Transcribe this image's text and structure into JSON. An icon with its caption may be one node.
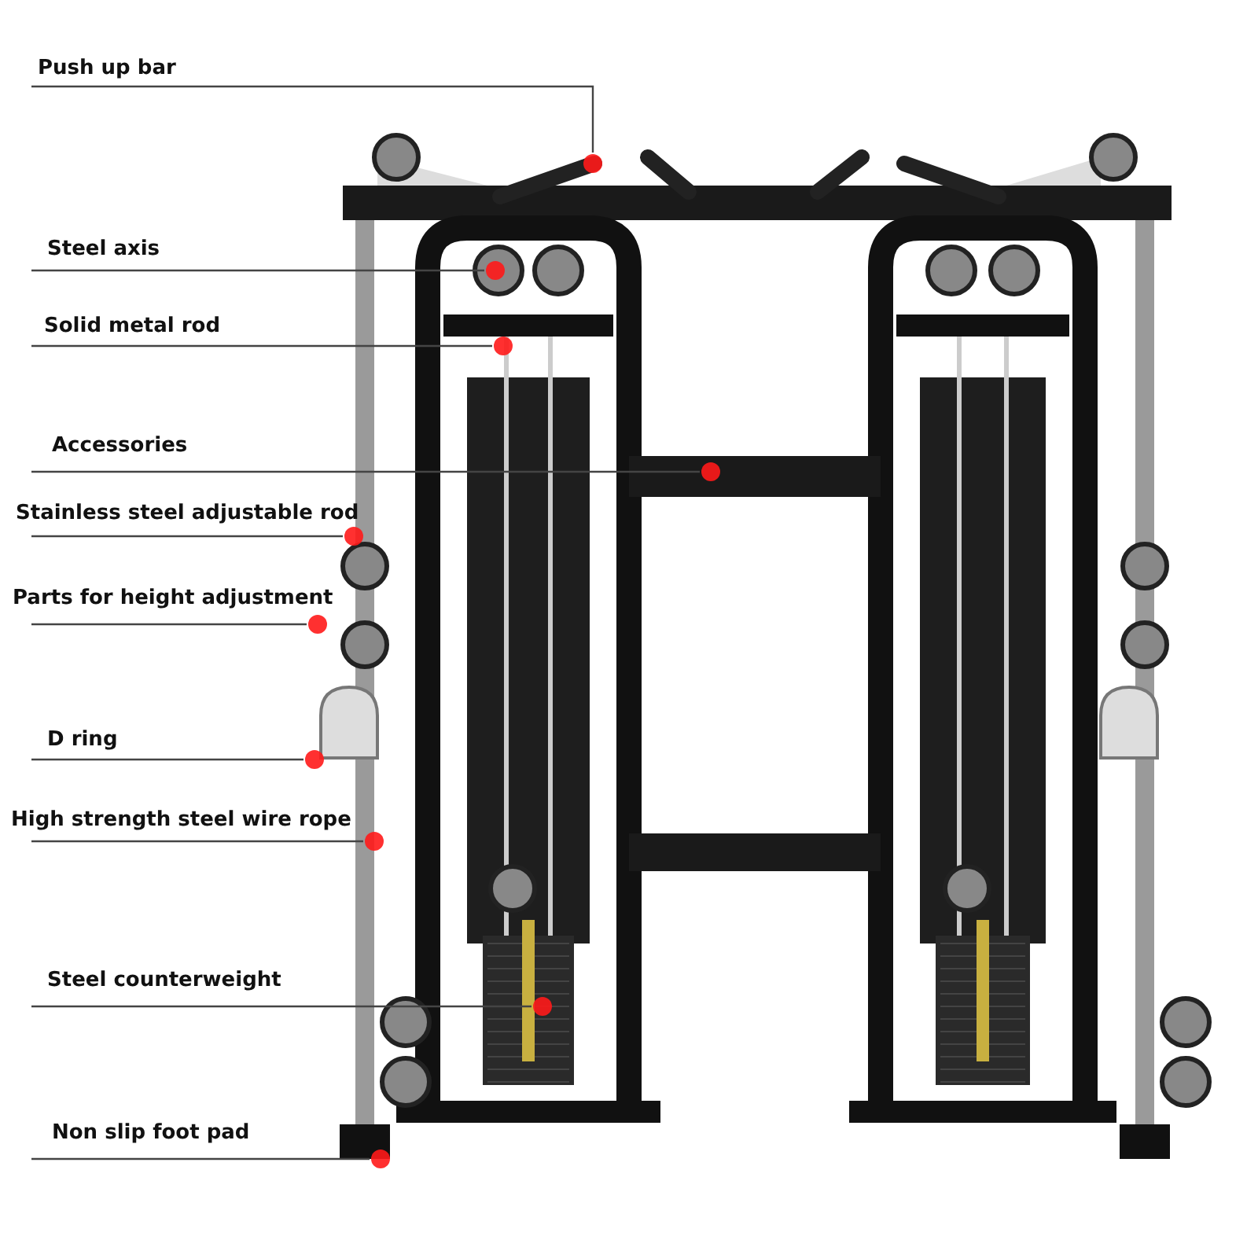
{
  "diagram": {
    "nodes": [
      {
        "text": [
          "Push up bar"
        ]
      },
      {
        "text": [
          "Steel axis"
        ]
      },
      {
        "text": [
          "Solid metal rod"
        ]
      },
      {
        "text": [
          "Accessories"
        ]
      },
      {
        "text": [
          "Stainless steel adjustable rod"
        ]
      },
      {
        "text": [
          "Parts for height adjustment"
        ]
      },
      {
        "text": [
          "D ring"
        ]
      },
      {
        "text": [
          "High strength steel wire rope"
        ]
      },
      {
        "text": [
          "Steel counterweight"
        ]
      },
      {
        "text": [
          "Non slip foot pad"
        ]
      }
    ],
    "edges": [
      {
        "from": 0,
        "to": null,
        "arrow": "none"
      },
      {
        "from": 1,
        "to": null,
        "arrow": "none"
      },
      {
        "from": 2,
        "to": null,
        "arrow": "none"
      },
      {
        "from": 3,
        "to": null,
        "arrow": "none"
      },
      {
        "from": 4,
        "to": null,
        "arrow": "none"
      },
      {
        "from": 5,
        "to": null,
        "arrow": "none"
      },
      {
        "from": 6,
        "to": null,
        "arrow": "none"
      },
      {
        "from": 7,
        "to": null,
        "arrow": "none"
      },
      {
        "from": 8,
        "to": null,
        "arrow": "none"
      },
      {
        "from": 9,
        "to": null,
        "arrow": "none"
      }
    ]
  }
}
